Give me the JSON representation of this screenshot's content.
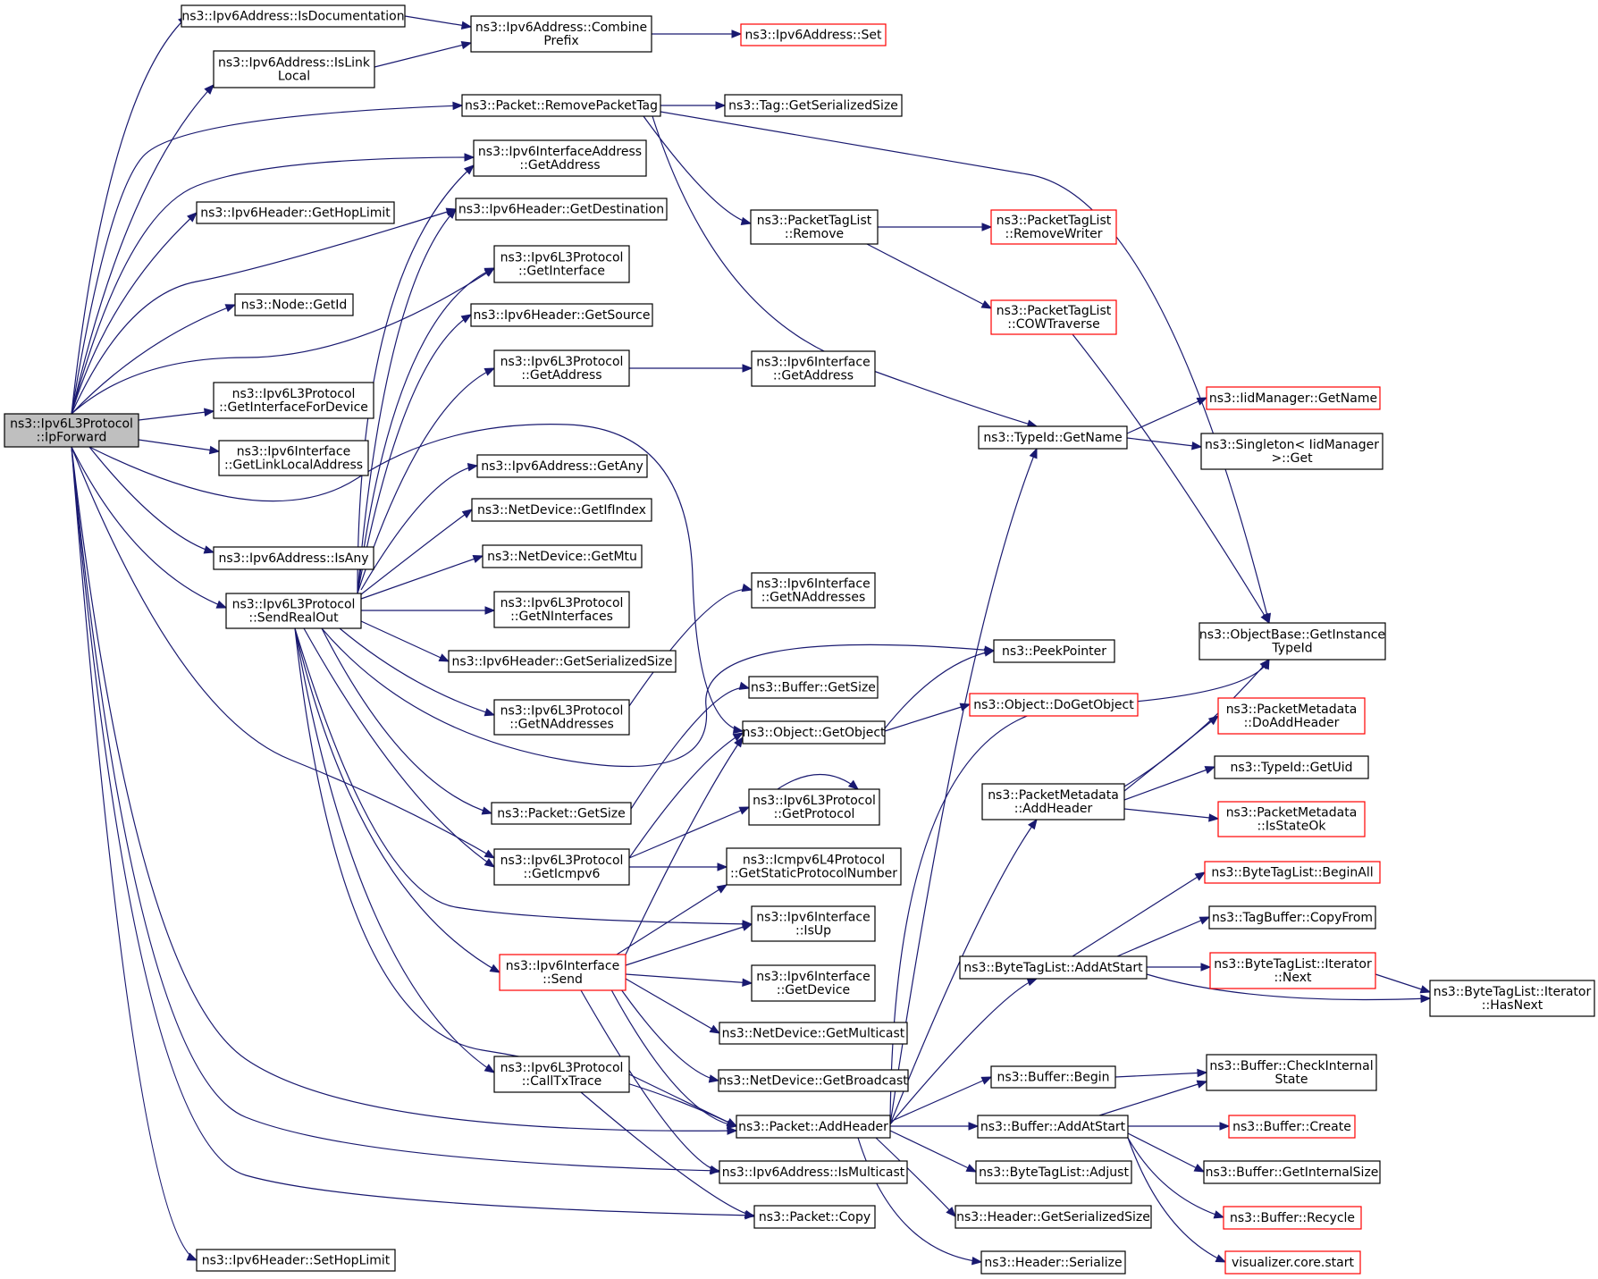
{
  "colors": {
    "edge": "#191970",
    "normal_border": "#000000",
    "incomplete_border": "#ff0000",
    "root_fill": "#bfbfbf",
    "node_fill": "#ffffff"
  },
  "nodes": [
    {
      "id": "ipforward",
      "lines": [
        "ns3::Ipv6L3Protocol",
        "::IpForward"
      ],
      "style": "root"
    },
    {
      "id": "isdoc",
      "lines": [
        "ns3::Ipv6Address::IsDocumentation"
      ],
      "style": "normal"
    },
    {
      "id": "combine",
      "lines": [
        "ns3::Ipv6Address::Combine",
        "Prefix"
      ],
      "style": "normal"
    },
    {
      "id": "addrset",
      "lines": [
        "ns3::Ipv6Address::Set"
      ],
      "style": "incomplete"
    },
    {
      "id": "islink",
      "lines": [
        "ns3::Ipv6Address::IsLink",
        "Local"
      ],
      "style": "normal"
    },
    {
      "id": "removetag",
      "lines": [
        "ns3::Packet::RemovePacketTag"
      ],
      "style": "normal"
    },
    {
      "id": "tagsize",
      "lines": [
        "ns3::Tag::GetSerializedSize"
      ],
      "style": "normal"
    },
    {
      "id": "ifaddrget",
      "lines": [
        "ns3::Ipv6InterfaceAddress",
        "::GetAddress"
      ],
      "style": "normal"
    },
    {
      "id": "gethop",
      "lines": [
        "ns3::Ipv6Header::GetHopLimit"
      ],
      "style": "normal"
    },
    {
      "id": "getdest",
      "lines": [
        "ns3::Ipv6Header::GetDestination"
      ],
      "style": "normal"
    },
    {
      "id": "ptlremove",
      "lines": [
        "ns3::PacketTagList",
        "::Remove"
      ],
      "style": "normal"
    },
    {
      "id": "ptlremovewriter",
      "lines": [
        "ns3::PacketTagList",
        "::RemoveWriter"
      ],
      "style": "incomplete"
    },
    {
      "id": "getiface",
      "lines": [
        "ns3::Ipv6L3Protocol",
        "::GetInterface"
      ],
      "style": "normal"
    },
    {
      "id": "nodeid",
      "lines": [
        "ns3::Node::GetId"
      ],
      "style": "normal"
    },
    {
      "id": "cowtraverse",
      "lines": [
        "ns3::PacketTagList",
        "::COWTraverse"
      ],
      "style": "incomplete"
    },
    {
      "id": "getsource",
      "lines": [
        "ns3::Ipv6Header::GetSource"
      ],
      "style": "normal"
    },
    {
      "id": "l3getaddr",
      "lines": [
        "ns3::Ipv6L3Protocol",
        "::GetAddress"
      ],
      "style": "normal"
    },
    {
      "id": "ifgetaddr",
      "lines": [
        "ns3::Ipv6Interface",
        "::GetAddress"
      ],
      "style": "normal"
    },
    {
      "id": "getifdev",
      "lines": [
        "ns3::Ipv6L3Protocol",
        "::GetInterfaceForDevice"
      ],
      "style": "normal"
    },
    {
      "id": "iidgetname",
      "lines": [
        "ns3::IidManager::GetName"
      ],
      "style": "incomplete"
    },
    {
      "id": "getlinklocal",
      "lines": [
        "ns3::Ipv6Interface",
        "::GetLinkLocalAddress"
      ],
      "style": "normal"
    },
    {
      "id": "typeidname",
      "lines": [
        "ns3::TypeId::GetName"
      ],
      "style": "normal"
    },
    {
      "id": "singleton",
      "lines": [
        "ns3::Singleton< IidManager",
        ">::Get"
      ],
      "style": "normal"
    },
    {
      "id": "getany",
      "lines": [
        "ns3::Ipv6Address::GetAny"
      ],
      "style": "normal"
    },
    {
      "id": "ifindex",
      "lines": [
        "ns3::NetDevice::GetIfIndex"
      ],
      "style": "normal"
    },
    {
      "id": "isany",
      "lines": [
        "ns3::Ipv6Address::IsAny"
      ],
      "style": "normal"
    },
    {
      "id": "getmtu",
      "lines": [
        "ns3::NetDevice::GetMtu"
      ],
      "style": "normal"
    },
    {
      "id": "sendrealout",
      "lines": [
        "ns3::Ipv6L3Protocol",
        "::SendRealOut"
      ],
      "style": "normal"
    },
    {
      "id": "getninterfaces",
      "lines": [
        "ns3::Ipv6L3Protocol",
        "::GetNInterfaces"
      ],
      "style": "normal"
    },
    {
      "id": "ifgetnaddr",
      "lines": [
        "ns3::Ipv6Interface",
        "::GetNAddresses"
      ],
      "style": "normal"
    },
    {
      "id": "instancetypeid",
      "lines": [
        "ns3::ObjectBase::GetInstance",
        "TypeId"
      ],
      "style": "normal"
    },
    {
      "id": "peekptr",
      "lines": [
        "ns3::PeekPointer"
      ],
      "style": "normal"
    },
    {
      "id": "hdrsersize",
      "lines": [
        "ns3::Ipv6Header::GetSerializedSize"
      ],
      "style": "normal"
    },
    {
      "id": "bufsize",
      "lines": [
        "ns3::Buffer::GetSize"
      ],
      "style": "normal"
    },
    {
      "id": "dogetobject",
      "lines": [
        "ns3::Object::DoGetObject"
      ],
      "style": "incomplete"
    },
    {
      "id": "l3getnaddr",
      "lines": [
        "ns3::Ipv6L3Protocol",
        "::GetNAddresses"
      ],
      "style": "normal"
    },
    {
      "id": "pmdoaddheader",
      "lines": [
        "ns3::PacketMetadata",
        "::DoAddHeader"
      ],
      "style": "incomplete"
    },
    {
      "id": "getobject",
      "lines": [
        "ns3::Object::GetObject"
      ],
      "style": "normal"
    },
    {
      "id": "getuid",
      "lines": [
        "ns3::TypeId::GetUid"
      ],
      "style": "normal"
    },
    {
      "id": "pmaddheader",
      "lines": [
        "ns3::PacketMetadata",
        "::AddHeader"
      ],
      "style": "normal"
    },
    {
      "id": "getprotocol",
      "lines": [
        "ns3::Ipv6L3Protocol",
        "::GetProtocol"
      ],
      "style": "normal"
    },
    {
      "id": "pktgetsize",
      "lines": [
        "ns3::Packet::GetSize"
      ],
      "style": "normal"
    },
    {
      "id": "pmisstateok",
      "lines": [
        "ns3::PacketMetadata",
        "::IsStateOk"
      ],
      "style": "incomplete"
    },
    {
      "id": "geticmpv6",
      "lines": [
        "ns3::Ipv6L3Protocol",
        "::GetIcmpv6"
      ],
      "style": "normal"
    },
    {
      "id": "staticproto",
      "lines": [
        "ns3::Icmpv6L4Protocol",
        "::GetStaticProtocolNumber"
      ],
      "style": "normal"
    },
    {
      "id": "beginall",
      "lines": [
        "ns3::ByteTagList::BeginAll"
      ],
      "style": "incomplete"
    },
    {
      "id": "copyfrom",
      "lines": [
        "ns3::TagBuffer::CopyFrom"
      ],
      "style": "normal"
    },
    {
      "id": "isup",
      "lines": [
        "ns3::Ipv6Interface",
        "::IsUp"
      ],
      "style": "normal"
    },
    {
      "id": "ifsend",
      "lines": [
        "ns3::Ipv6Interface",
        "::Send"
      ],
      "style": "incomplete"
    },
    {
      "id": "addatstart",
      "lines": [
        "ns3::ByteTagList::AddAtStart"
      ],
      "style": "normal"
    },
    {
      "id": "iternext",
      "lines": [
        "ns3::ByteTagList::Iterator",
        "::Next"
      ],
      "style": "incomplete"
    },
    {
      "id": "getdevice",
      "lines": [
        "ns3::Ipv6Interface",
        "::GetDevice"
      ],
      "style": "normal"
    },
    {
      "id": "hasnext",
      "lines": [
        "ns3::ByteTagList::Iterator",
        "::HasNext"
      ],
      "style": "normal"
    },
    {
      "id": "getmulticast",
      "lines": [
        "ns3::NetDevice::GetMulticast"
      ],
      "style": "normal"
    },
    {
      "id": "checkinternal",
      "lines": [
        "ns3::Buffer::CheckInternal",
        "State"
      ],
      "style": "normal"
    },
    {
      "id": "bufbegin",
      "lines": [
        "ns3::Buffer::Begin"
      ],
      "style": "normal"
    },
    {
      "id": "calltxtrace",
      "lines": [
        "ns3::Ipv6L3Protocol",
        "::CallTxTrace"
      ],
      "style": "normal"
    },
    {
      "id": "getbroadcast",
      "lines": [
        "ns3::NetDevice::GetBroadcast"
      ],
      "style": "normal"
    },
    {
      "id": "pktaddheader",
      "lines": [
        "ns3::Packet::AddHeader"
      ],
      "style": "normal"
    },
    {
      "id": "bufaddatstart",
      "lines": [
        "ns3::Buffer::AddAtStart"
      ],
      "style": "normal"
    },
    {
      "id": "bufcreate",
      "lines": [
        "ns3::Buffer::Create"
      ],
      "style": "incomplete"
    },
    {
      "id": "ismulticast",
      "lines": [
        "ns3::Ipv6Address::IsMulticast"
      ],
      "style": "normal"
    },
    {
      "id": "btladjust",
      "lines": [
        "ns3::ByteTagList::Adjust"
      ],
      "style": "normal"
    },
    {
      "id": "bufinternalsize",
      "lines": [
        "ns3::Buffer::GetInternalSize"
      ],
      "style": "normal"
    },
    {
      "id": "hdrgetsersize",
      "lines": [
        "ns3::Header::GetSerializedSize"
      ],
      "style": "normal"
    },
    {
      "id": "pktcopy",
      "lines": [
        "ns3::Packet::Copy"
      ],
      "style": "normal"
    },
    {
      "id": "bufrecycle",
      "lines": [
        "ns3::Buffer::Recycle"
      ],
      "style": "incomplete"
    },
    {
      "id": "sethop",
      "lines": [
        "ns3::Ipv6Header::SetHopLimit"
      ],
      "style": "normal"
    },
    {
      "id": "hdrserialize",
      "lines": [
        "ns3::Header::Serialize"
      ],
      "style": "normal"
    },
    {
      "id": "vizstart",
      "lines": [
        "visualizer.core.start"
      ],
      "style": "incomplete"
    }
  ]
}
